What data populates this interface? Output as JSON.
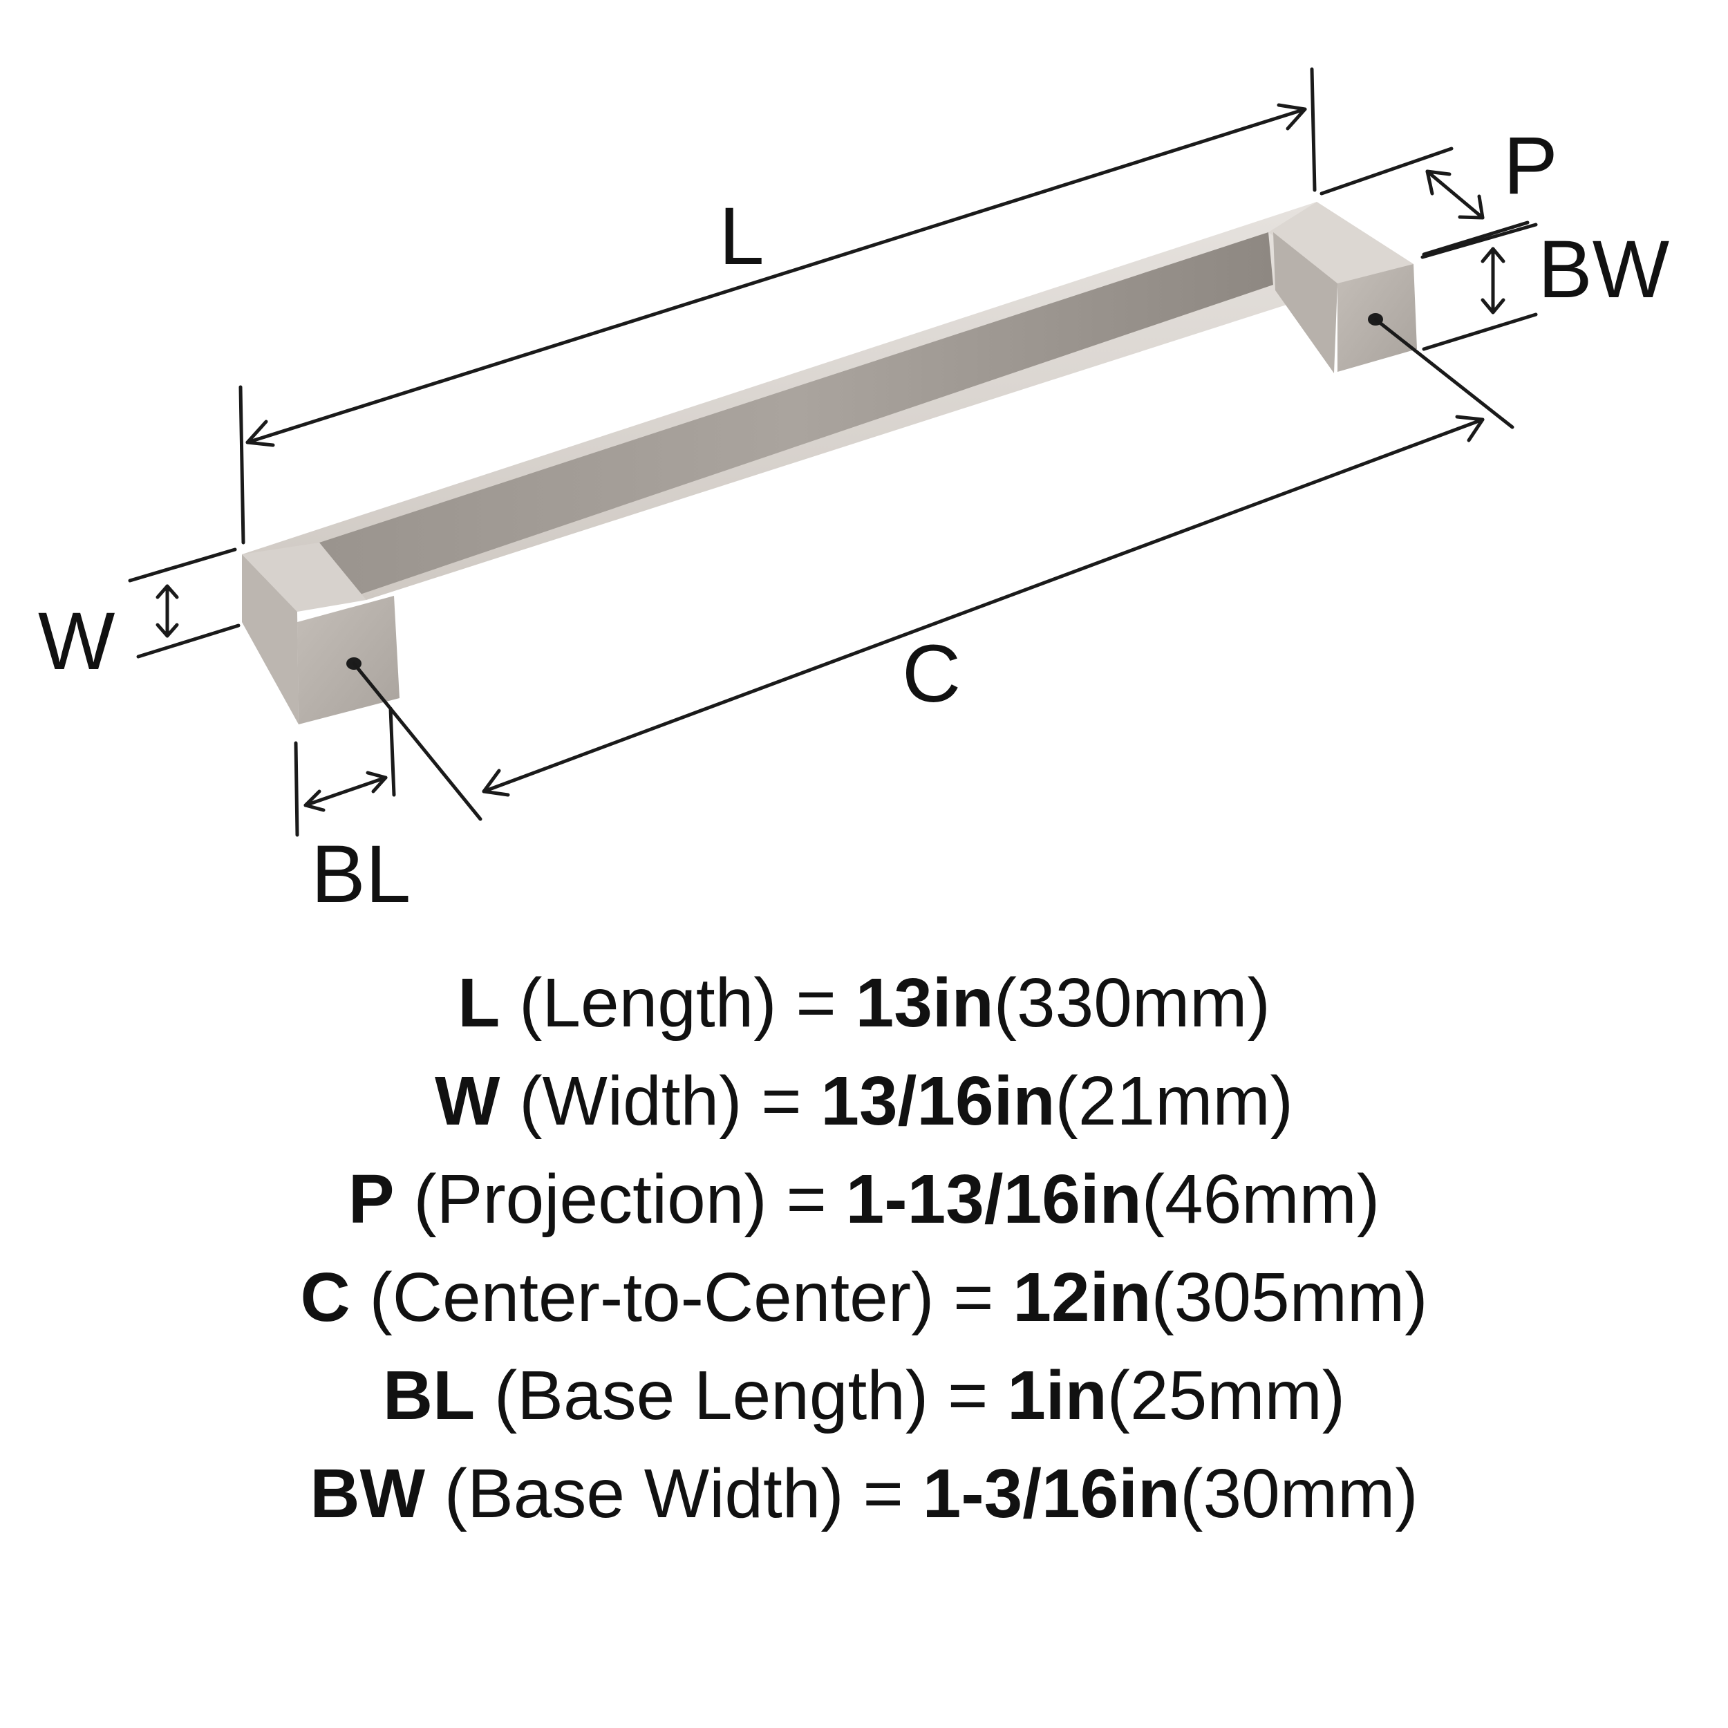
{
  "diagram": {
    "labels": {
      "L": "L",
      "P": "P",
      "BW": "BW",
      "W": "W",
      "C": "C",
      "BL": "BL"
    },
    "colors": {
      "metal_light": "#d9d4cf",
      "metal_mid": "#b8b2ac",
      "metal_dark": "#8f8983",
      "line": "#1a1a1a"
    }
  },
  "specs": [
    {
      "key": "L",
      "name": "(Length)",
      "eq": "=",
      "value": "13in",
      "metric": "(330mm)"
    },
    {
      "key": "W",
      "name": "(Width)",
      "eq": "=",
      "value": "13/16in",
      "metric": "(21mm)"
    },
    {
      "key": "P",
      "name": "(Projection)",
      "eq": "=",
      "value": "1-13/16in",
      "metric": "(46mm)"
    },
    {
      "key": "C",
      "name": "(Center-to-Center)",
      "eq": "=",
      "value": "12in",
      "metric": "(305mm)"
    },
    {
      "key": "BL",
      "name": "(Base Length)",
      "eq": "=",
      "value": "1in",
      "metric": "(25mm)"
    },
    {
      "key": "BW",
      "name": "(Base Width)",
      "eq": "=",
      "value": "1-3/16in",
      "metric": "(30mm)"
    }
  ]
}
